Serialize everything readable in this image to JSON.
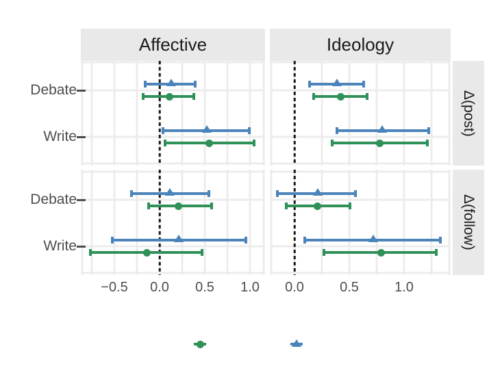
{
  "figure": {
    "background": "#ffffff",
    "colors": {
      "green": "#2f9158",
      "blue": "#4b84ba",
      "grid": "#ececec",
      "strip_bg": "#e9e9e9",
      "strip_text": "#1a1a1a",
      "axis_text": "#4d4d4d",
      "zero_line": "#1a1a1a"
    }
  },
  "chart_data": {
    "type": "scatter",
    "subtype": "forest-pointrange",
    "title": "",
    "xlabel": "",
    "ylabel": "",
    "grid": "on",
    "facet_columns": [
      "Affective",
      "Ideology"
    ],
    "facet_rows": [
      "Δ(post)",
      "Δ(follow)"
    ],
    "categories": [
      "Debate",
      "Write"
    ],
    "zero_reference_line": 0,
    "gridline_step": 0.25,
    "series": [
      {
        "name": "green-circle",
        "marker": "circle",
        "color": "#2f9158",
        "label": ""
      },
      {
        "name": "blue-triangle",
        "marker": "triangle",
        "color": "#4b84ba",
        "label": ""
      }
    ],
    "x_axis": {
      "Affective": {
        "range": [
          -0.87,
          1.17
        ],
        "ticks": [
          -0.5,
          0.0,
          0.5,
          1.0
        ],
        "tick_labels": [
          "−0.5",
          "0.0",
          "0.5",
          "1.0"
        ]
      },
      "Ideology": {
        "range": [
          -0.22,
          1.43
        ],
        "ticks": [
          0.0,
          0.5,
          1.0
        ],
        "tick_labels": [
          "0.0",
          "0.5",
          "1.0"
        ]
      }
    },
    "points": [
      {
        "facet_col": "Affective",
        "facet_row": "Δ(post)",
        "category": "Debate",
        "series": "blue-triangle",
        "estimate": 0.13,
        "ci_low": -0.17,
        "ci_high": 0.4
      },
      {
        "facet_col": "Affective",
        "facet_row": "Δ(post)",
        "category": "Debate",
        "series": "green-circle",
        "estimate": 0.11,
        "ci_low": -0.19,
        "ci_high": 0.39
      },
      {
        "facet_col": "Affective",
        "facet_row": "Δ(post)",
        "category": "Write",
        "series": "blue-triangle",
        "estimate": 0.52,
        "ci_low": 0.03,
        "ci_high": 1.0
      },
      {
        "facet_col": "Affective",
        "facet_row": "Δ(post)",
        "category": "Write",
        "series": "green-circle",
        "estimate": 0.55,
        "ci_low": 0.05,
        "ci_high": 1.05
      },
      {
        "facet_col": "Ideology",
        "facet_row": "Δ(post)",
        "category": "Debate",
        "series": "blue-triangle",
        "estimate": 0.39,
        "ci_low": 0.13,
        "ci_high": 0.64
      },
      {
        "facet_col": "Ideology",
        "facet_row": "Δ(post)",
        "category": "Debate",
        "series": "green-circle",
        "estimate": 0.42,
        "ci_low": 0.17,
        "ci_high": 0.67
      },
      {
        "facet_col": "Ideology",
        "facet_row": "Δ(post)",
        "category": "Write",
        "series": "blue-triangle",
        "estimate": 0.8,
        "ci_low": 0.38,
        "ci_high": 1.23
      },
      {
        "facet_col": "Ideology",
        "facet_row": "Δ(post)",
        "category": "Write",
        "series": "green-circle",
        "estimate": 0.78,
        "ci_low": 0.34,
        "ci_high": 1.22
      },
      {
        "facet_col": "Affective",
        "facet_row": "Δ(follow)",
        "category": "Debate",
        "series": "blue-triangle",
        "estimate": 0.11,
        "ci_low": -0.32,
        "ci_high": 0.55
      },
      {
        "facet_col": "Affective",
        "facet_row": "Δ(follow)",
        "category": "Debate",
        "series": "green-circle",
        "estimate": 0.21,
        "ci_low": -0.13,
        "ci_high": 0.58
      },
      {
        "facet_col": "Affective",
        "facet_row": "Δ(follow)",
        "category": "Write",
        "series": "blue-triangle",
        "estimate": 0.21,
        "ci_low": -0.53,
        "ci_high": 0.96
      },
      {
        "facet_col": "Affective",
        "facet_row": "Δ(follow)",
        "category": "Write",
        "series": "green-circle",
        "estimate": -0.14,
        "ci_low": -0.77,
        "ci_high": 0.48
      },
      {
        "facet_col": "Ideology",
        "facet_row": "Δ(follow)",
        "category": "Debate",
        "series": "blue-triangle",
        "estimate": 0.21,
        "ci_low": -0.16,
        "ci_high": 0.56
      },
      {
        "facet_col": "Ideology",
        "facet_row": "Δ(follow)",
        "category": "Debate",
        "series": "green-circle",
        "estimate": 0.21,
        "ci_low": -0.08,
        "ci_high": 0.51
      },
      {
        "facet_col": "Ideology",
        "facet_row": "Δ(follow)",
        "category": "Write",
        "series": "blue-triangle",
        "estimate": 0.72,
        "ci_low": 0.09,
        "ci_high": 1.34
      },
      {
        "facet_col": "Ideology",
        "facet_row": "Δ(follow)",
        "category": "Write",
        "series": "green-circle",
        "estimate": 0.79,
        "ci_low": 0.26,
        "ci_high": 1.3
      }
    ],
    "legend": {
      "position": "bottom",
      "entries": [
        {
          "series": "green-circle",
          "label": ""
        },
        {
          "series": "blue-triangle",
          "label": ""
        }
      ]
    }
  }
}
